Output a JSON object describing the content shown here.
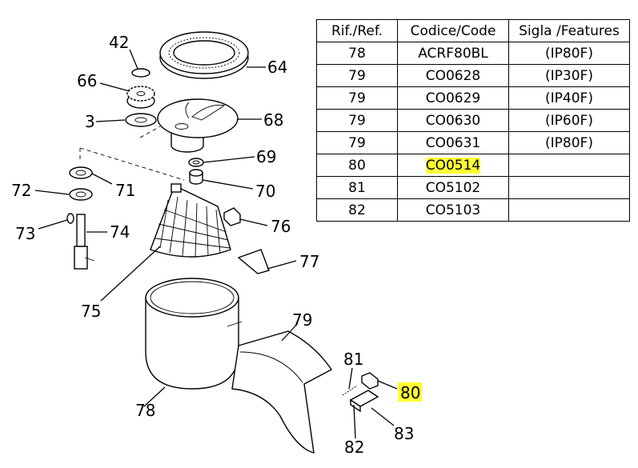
{
  "table": {
    "headers": [
      "Rif./Ref.",
      "Codice/Code",
      "Sigla /Features"
    ],
    "rows": [
      {
        "ref": "78",
        "code": "ACRF80BL",
        "features": "(IP80F)",
        "highlight": false
      },
      {
        "ref": "79",
        "code": "CO0628",
        "features": "(IP30F)",
        "highlight": false
      },
      {
        "ref": "79",
        "code": "CO0629",
        "features": "(IP40F)",
        "highlight": false
      },
      {
        "ref": "79",
        "code": "CO0630",
        "features": "(IP60F)",
        "highlight": false
      },
      {
        "ref": "79",
        "code": "CO0631",
        "features": "(IP80F)",
        "highlight": false
      },
      {
        "ref": "80",
        "code": "CO0514",
        "features": "",
        "highlight": true
      },
      {
        "ref": "81",
        "code": "CO5102",
        "features": "",
        "highlight": false
      },
      {
        "ref": "82",
        "code": "CO5103",
        "features": "",
        "highlight": false
      }
    ]
  },
  "callouts": {
    "c42": "42",
    "c64": "64",
    "c66": "66",
    "c3": "3",
    "c68": "68",
    "c69": "69",
    "c71": "71",
    "c72": "72",
    "c70": "70",
    "c73": "73",
    "c74": "74",
    "c76": "76",
    "c77": "77",
    "c75": "75",
    "c79": "79",
    "c81": "81",
    "c80": "80",
    "c78": "78",
    "c83": "83",
    "c82": "82"
  },
  "colors": {
    "highlight": "#ffff33",
    "line": "#000000"
  }
}
